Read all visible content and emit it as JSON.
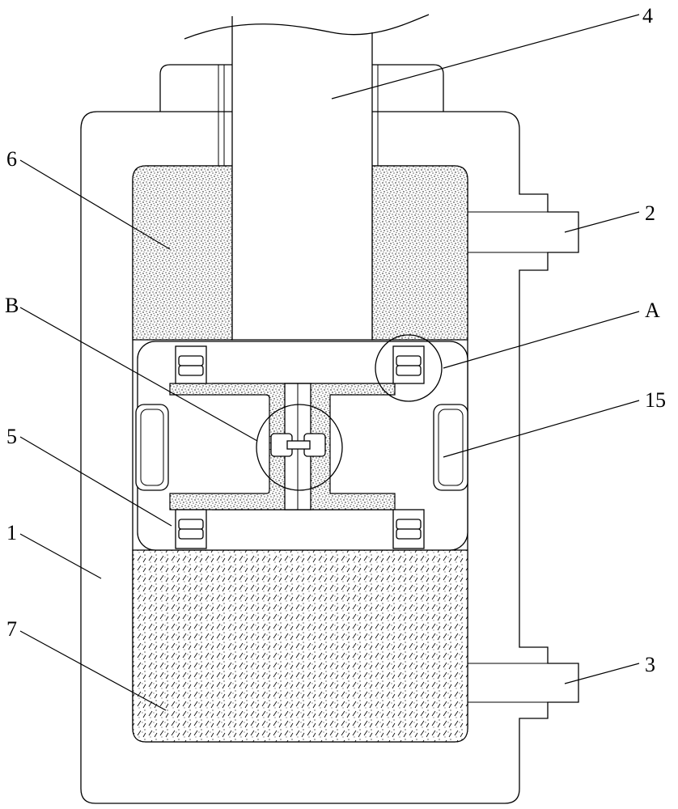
{
  "labels": {
    "housing": "1",
    "upper_port": "2",
    "lower_port": "3",
    "piston_rod": "4",
    "bearing_block": "5",
    "upper_fill": "6",
    "lower_fluid": "7",
    "side_window": "15",
    "detail_a": "A",
    "detail_b": "B"
  }
}
